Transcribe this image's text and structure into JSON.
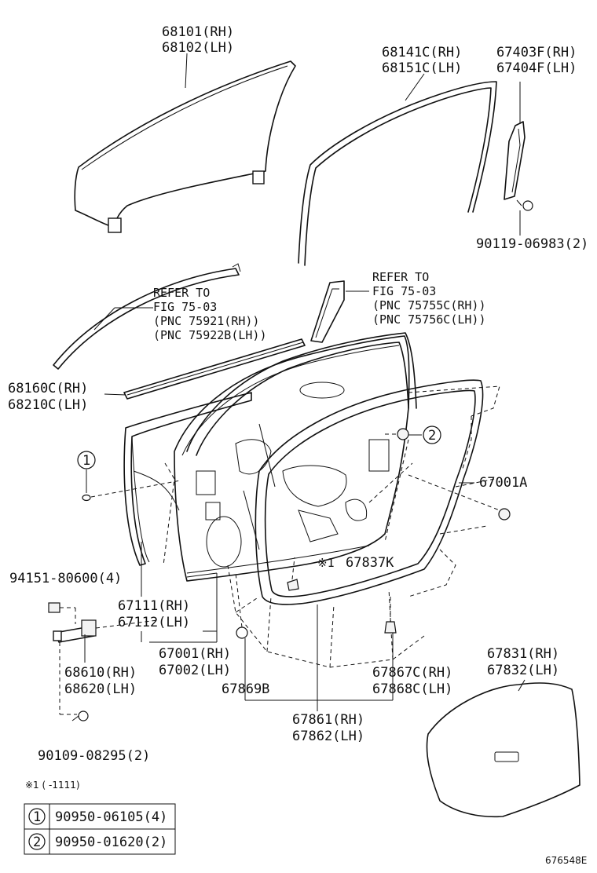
{
  "labels": {
    "glass_rh": "68101(RH)",
    "glass_lh": "68102(LH)",
    "run_rh": "68141C(RH)",
    "run_lh": "68151C(LH)",
    "frame_rh": "67403F(RH)",
    "frame_lh": "67404F(LH)",
    "screw": "90119-06983(2)",
    "refer_left_1": "REFER TO",
    "refer_left_2": "FIG 75-03",
    "refer_left_3": "(PNC 75921(RH))",
    "refer_left_4": "(PNC 75922B(LH))",
    "refer_right_1": "REFER TO",
    "refer_right_2": "FIG 75-03",
    "refer_right_3": "(PNC 75755C(RH))",
    "refer_right_4": "(PNC 75756C(LH))",
    "weather_rh": "68160C(RH)",
    "weather_lh": "68210C(LH)",
    "circle1": "1",
    "circle2": "2",
    "clip": "67001A",
    "bolt": "94151-80600(4)",
    "note_part": "67837K",
    "note_mark": "※1",
    "panel_rh": "67111(RH)",
    "panel_lh": "67112(LH)",
    "door_rh": "67001(RH)",
    "door_lh": "67002(LH)",
    "check_rh": "68610(RH)",
    "check_lh": "68620(LH)",
    "fastener": "67869B",
    "clip_rh": "67867C(RH)",
    "clip_lh": "67868C(LH)",
    "seal_rh": "67861(RH)",
    "seal_lh": "67862(LH)",
    "cover_rh": "67831(RH)",
    "cover_lh": "67832(LH)",
    "bolt2": "90109-08295(2)",
    "footnote": "※1 (    -1111)",
    "diagram_id": "676548E"
  },
  "legend": [
    {
      "num": "1",
      "part": "90950-06105(4)"
    },
    {
      "num": "2",
      "part": "90950-01620(2)"
    }
  ]
}
